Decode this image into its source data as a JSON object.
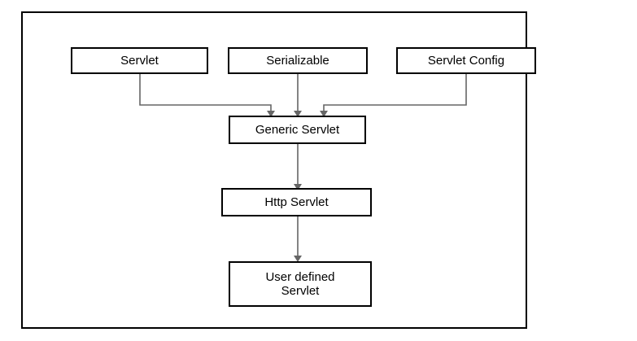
{
  "diagram": {
    "nodes": {
      "servlet": "Servlet",
      "serializable": "Serializable",
      "servlet_config": "Servlet Config",
      "generic_servlet": "Generic Servlet",
      "http_servlet": "Http Servlet",
      "user_defined_servlet": "User defined\nServlet"
    },
    "edges": [
      {
        "from": "servlet",
        "to": "generic_servlet"
      },
      {
        "from": "serializable",
        "to": "generic_servlet"
      },
      {
        "from": "servlet_config",
        "to": "generic_servlet"
      },
      {
        "from": "generic_servlet",
        "to": "http_servlet"
      },
      {
        "from": "http_servlet",
        "to": "user_defined_servlet"
      }
    ]
  }
}
